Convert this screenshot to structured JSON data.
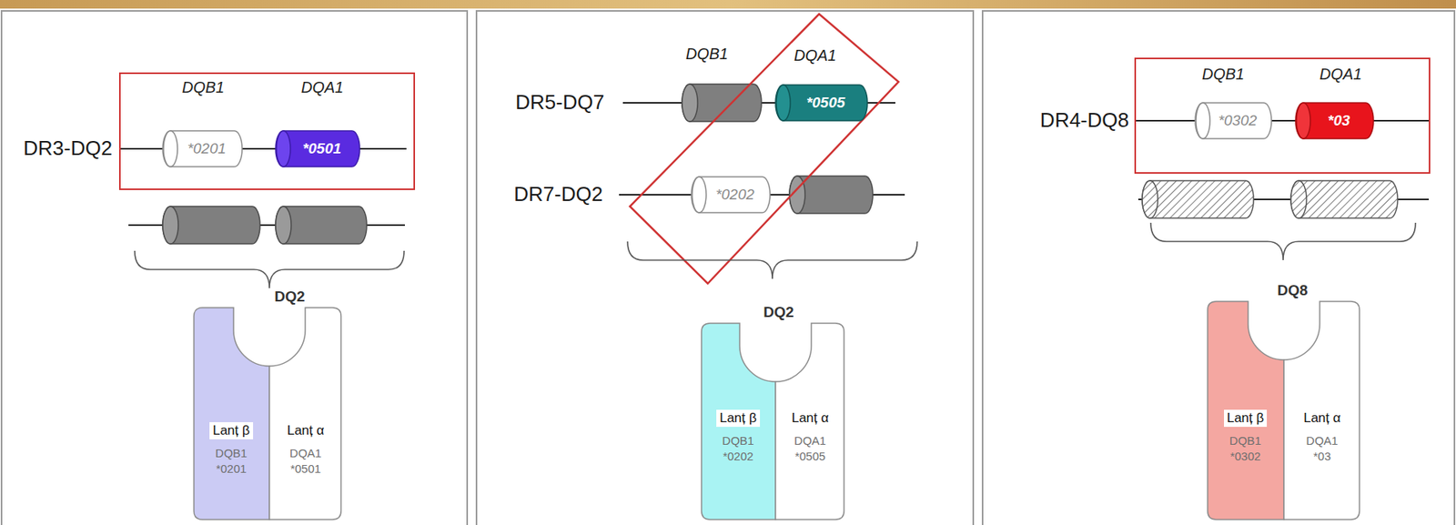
{
  "diagram": {
    "nodes": [
      {
        "text": [
          "DQB1",
          "DQA1"
        ]
      },
      {
        "text": [
          "*0201"
        ],
        "in": 0
      },
      {
        "text": [
          "*0501"
        ],
        "in": 0
      },
      {
        "text": [
          "DQ2"
        ]
      },
      {
        "text": [
          "Lanț β",
          "DQB1 *0201"
        ],
        "in": 3
      },
      {
        "text": [
          "Lanț α",
          "DQA1 *0501"
        ],
        "in": 3
      },
      {
        "text": [
          "*0505"
        ]
      },
      {
        "text": [
          "*0202"
        ]
      },
      {
        "text": [
          "DQ2"
        ]
      },
      {
        "text": [
          "Lanț β",
          "DQB1 *0202"
        ],
        "in": 8
      },
      {
        "text": [
          "Lanț α",
          "DQA1 *0505"
        ],
        "in": 8
      },
      {
        "text": [
          "DQB1",
          "DQA1"
        ]
      },
      {
        "text": [
          "*0302"
        ],
        "in": 11
      },
      {
        "text": [
          "*03"
        ],
        "in": 11
      },
      {
        "text": [
          "DQ8"
        ]
      },
      {
        "text": [
          "Lanț β",
          "DQB1 *0302"
        ],
        "in": 14
      },
      {
        "text": [
          "Lanț α",
          "DQA1 *03"
        ],
        "in": 14
      }
    ],
    "labels": [
      "DR3-DQ2",
      "DR5-DQ7",
      "DQB1",
      "DQA1",
      "DR7-DQ2",
      "DR4-DQ8"
    ]
  }
}
